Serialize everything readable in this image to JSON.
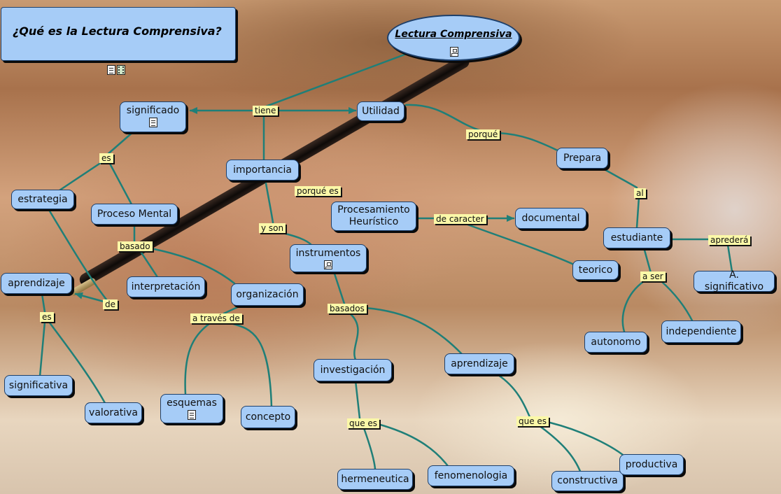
{
  "title": "¿Qué es la Lectura Comprensiva?",
  "root": "Lectura Comprensiva",
  "nodes": {
    "significado": "significado",
    "utilidad": "Utilidad",
    "importancia": "importancia",
    "estrategia": "estrategia",
    "proceso_mental": "Proceso Mental",
    "prepara": "Prepara",
    "procesamiento_heuristico": "Procesamiento Heurístico",
    "documental": "documental",
    "instrumentos": "instrumentos",
    "estudiante": "estudiante",
    "aprendizaje_left": "aprendizaje",
    "interpretacion": "interpretación",
    "organizacion": "organización",
    "teorico": "teorico",
    "a_significativo": "A. significativo",
    "independiente": "independiente",
    "autonomo": "autonomo",
    "investigacion": "investigación",
    "aprendizaje_mid": "aprendizaje",
    "significativa": "significativa",
    "valorativa": "valorativa",
    "esquemas": "esquemas",
    "concepto": "concepto",
    "hermeneutica": "hermeneutica",
    "fenomenologia": "fenomenologia",
    "constructiva": "constructiva",
    "productiva": "productiva"
  },
  "links": {
    "tiene": "tiene",
    "es_1": "es",
    "porque": "porqué",
    "porque_es": "porqué es",
    "al": "al",
    "y_son": "y son",
    "de_caracter": "de caracter",
    "basado": "basado",
    "apredera": "aprederá",
    "a_ser": "a ser",
    "de": "de",
    "es_2": "es",
    "a_traves_de": "a través de",
    "basados": "basados",
    "que_es_1": "que es",
    "que_es_2": "que es"
  },
  "colors": {
    "node_fill": "#a6ccf7",
    "node_border": "#1d3f6a",
    "link_label_fill": "#fbf8a8",
    "link_line": "#1f7f78"
  },
  "icons": {
    "title_box": [
      "document-icon",
      "film-icon"
    ],
    "root": "concept-map-icon",
    "significado": "document-icon",
    "instrumentos": "concept-map-icon",
    "esquemas": "document-icon"
  }
}
